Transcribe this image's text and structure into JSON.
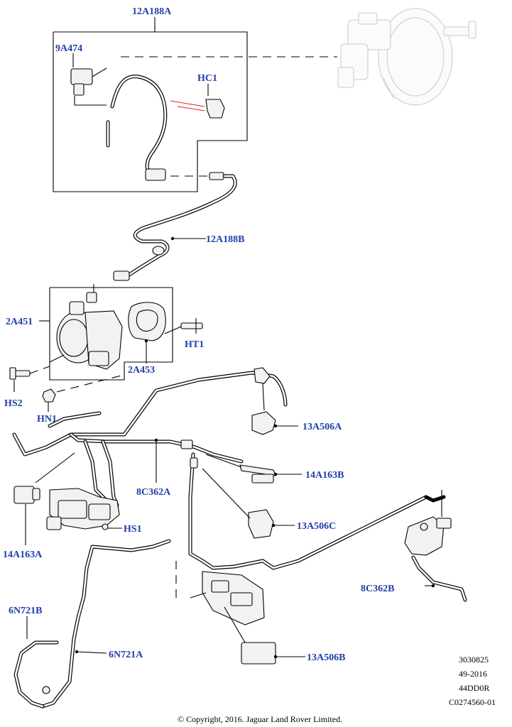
{
  "callouts": {
    "a12A188A": "12A188A",
    "a9A474": "9A474",
    "hc1": "HC1",
    "a12A188B": "12A188B",
    "a2A451": "2A451",
    "ht1": "HT1",
    "a2A453": "2A453",
    "hs2": "HS2",
    "hn1": "HN1",
    "a13A506A": "13A506A",
    "a14A163B": "14A163B",
    "a8C362A": "8C362A",
    "a13A506C": "13A506C",
    "hs1": "HS1",
    "a14A163A": "14A163A",
    "a8C362B": "8C362B",
    "a6N721B": "6N721B",
    "a6N721A": "6N721A",
    "a13A506B": "13A506B"
  },
  "reference": {
    "line1": "3030825",
    "line2": "49-2016",
    "line3": "44DD0R",
    "line4": "C0274560-01"
  },
  "copyright": "© Copyright, 2016. Jaguar Land Rover Limited.",
  "colors": {
    "callout_text": "#1f3fa8",
    "line": "#000000",
    "highlight_leader": "#e02020",
    "ghost_part": "#c8c8c8"
  }
}
